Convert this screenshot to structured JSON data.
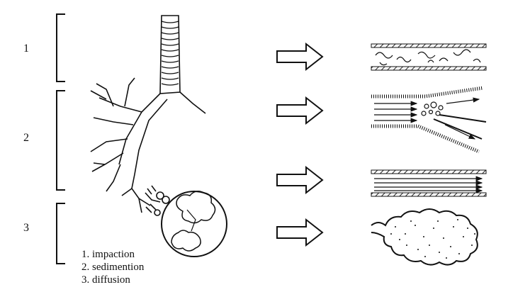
{
  "regions": [
    {
      "number": "1"
    },
    {
      "number": "2"
    },
    {
      "number": "3"
    }
  ],
  "legend": [
    "1. impaction",
    "2. sedimention",
    "3. diffusion"
  ],
  "icons": [
    "respiratory-tree-icon",
    "arrow-right-icon",
    "airway-tube-icon",
    "alveoli-cluster-icon"
  ]
}
